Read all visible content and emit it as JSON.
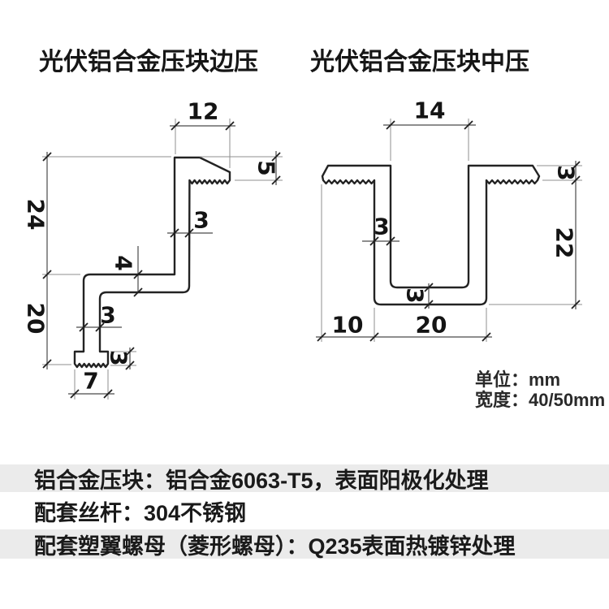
{
  "titles": {
    "left": "光伏铝合金压块边压",
    "right": "光伏铝合金压块中压"
  },
  "dims_left": {
    "top_width": "12",
    "lip_height": "5",
    "upper_height": "24",
    "web_thickness": "3",
    "step_height": "4",
    "lower_height": "20",
    "lower_web_thickness": "3",
    "foot_height": "3",
    "foot_width": "7"
  },
  "dims_right": {
    "mouth_width": "14",
    "wing_thickness": "3",
    "height": "22",
    "wall_thickness": "3",
    "bottom_thickness": "3",
    "wing_overhang": "10",
    "channel_width": "20"
  },
  "notes": {
    "unit": "单位：mm",
    "width": "宽度：40/50mm"
  },
  "specs": [
    "铝合金压块：铝合金6063-T5，表面阳极化处理",
    "配套丝杆：304不锈钢",
    "配套塑翼螺母（菱形螺母）：Q235表面热镀锌处理"
  ],
  "colors": {
    "band_gray": "#ebebeb",
    "line_dark": "#232323",
    "text_dark": "#1a1a1a"
  }
}
